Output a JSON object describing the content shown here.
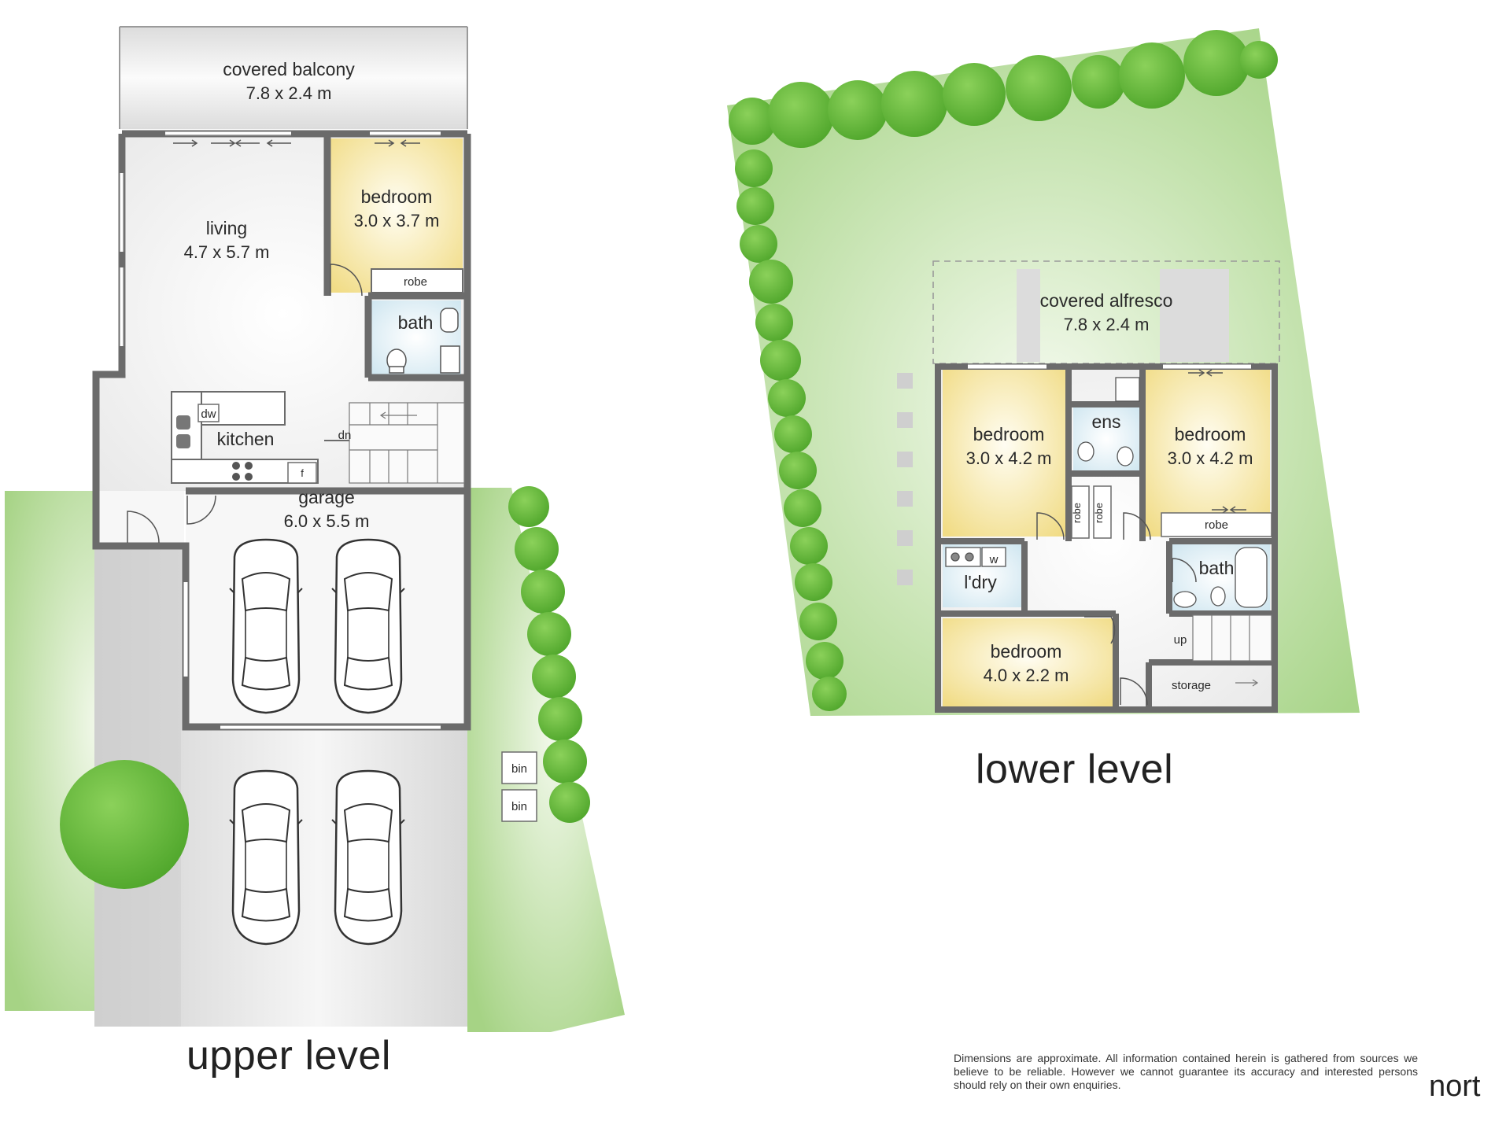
{
  "upper_level": {
    "title": "upper level",
    "rooms": {
      "covered_balcony": {
        "name": "covered balcony",
        "dims": "7.8 x 2.4 m"
      },
      "living": {
        "name": "living",
        "dims": "4.7 x 5.7 m"
      },
      "bedroom": {
        "name": "bedroom",
        "dims": "3.0 x 3.7 m"
      },
      "robe": "robe",
      "bath": "bath",
      "kitchen": "kitchen",
      "dw": "dw",
      "f": "f",
      "dn": "dn",
      "garage": {
        "name": "garage",
        "dims": "6.0 x 5.5 m"
      },
      "bin1": "bin",
      "bin2": "bin"
    }
  },
  "lower_level": {
    "title": "lower level",
    "rooms": {
      "covered_alfresco": {
        "name": "covered alfresco",
        "dims": "7.8 x 2.4 m"
      },
      "bedroom_west": {
        "name": "bedroom",
        "dims": "3.0 x 4.2 m"
      },
      "bedroom_east": {
        "name": "bedroom",
        "dims": "3.0 x 4.2 m"
      },
      "ens": "ens",
      "robe_1": "robe",
      "robe_2": "robe",
      "robe_3": "robe",
      "laundry": "l'dry",
      "w": "w",
      "bath": "bath",
      "up": "up",
      "bedroom_south": {
        "name": "bedroom",
        "dims": "4.0 x 2.2 m"
      },
      "storage": "storage"
    }
  },
  "disclaimer": "Dimensions are approximate.  All information contained herein is gathered from sources we believe to be reliable.  However we cannot guarantee its accuracy and interested persons should rely on their own enquiries.",
  "north_label": "nort",
  "colors": {
    "wall": "#6b6b6b",
    "garden": "#a9d48a",
    "garden_light": "#eef6e4",
    "tree": "#6cbf3e",
    "bedroom": "#f3e39a",
    "wet_area": "#d6eaf2",
    "floor": "#f4f4f4"
  }
}
